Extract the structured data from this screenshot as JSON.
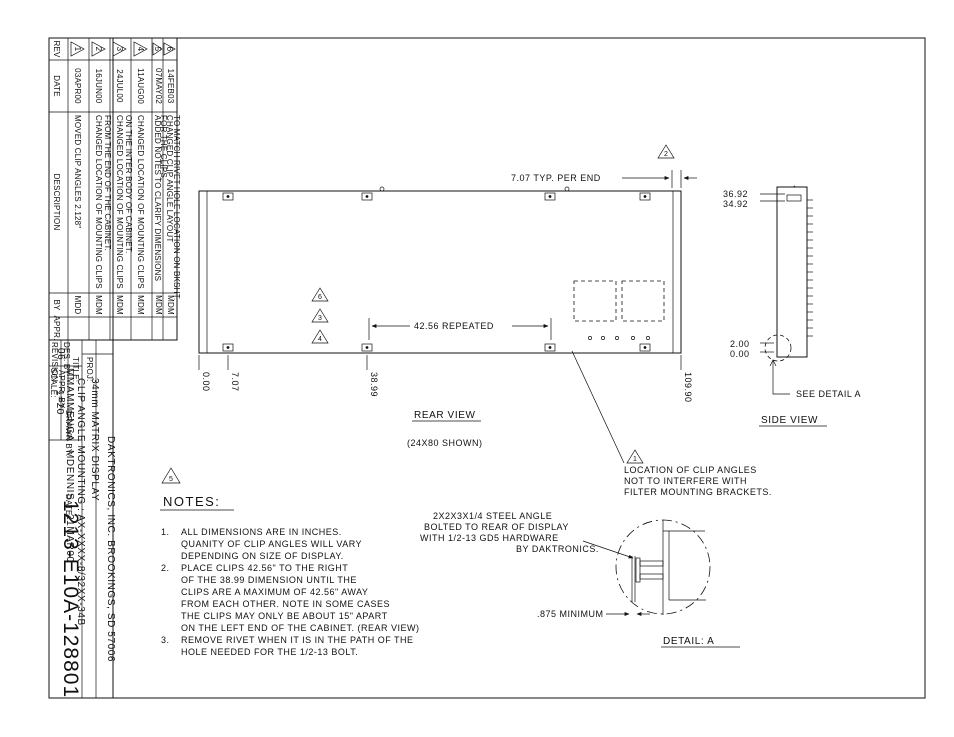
{
  "revision_table": {
    "headers": {
      "rev": "REV",
      "date": "DATE",
      "description": "DESCRIPTION",
      "by": "BY",
      "appr": "APPR."
    },
    "rows": [
      {
        "rev": "1",
        "date": "03APR00",
        "desc1": "MOVED CLIP ANGLES 2.128\"",
        "desc2": "",
        "by": "MDD"
      },
      {
        "rev": "2",
        "date": "16JUN00",
        "desc1": "CHANGED LOCATION OF MOUNTING CLIPS",
        "desc2": "FROM THE END OF THE CABINET.",
        "by": "MDM"
      },
      {
        "rev": "3",
        "date": "24JUL00",
        "desc1": "CHANGED LOCATION OF MOUNTING CLIPS",
        "desc2": "ON THE INTER BODY OF CABINET.",
        "by": "MDM"
      },
      {
        "rev": "4",
        "date": "11AUG00",
        "desc1": "CHANGED LOCATION OF MOUNTING CLIPS",
        "desc2": "",
        "by": "MDM"
      },
      {
        "rev": "5",
        "date": "07MAY02",
        "desc1": "ADDED NOTES TO CLARIFY DIMENSIONS",
        "desc2": "FOR THE CLIPS.",
        "by": "MDM"
      },
      {
        "rev": "6",
        "date": "14FEB03",
        "desc1": "CHANGED CLIP ANGLE LAYOUT",
        "desc2": "TO MATCH RIVET HOLE LOCATION ON BKSHT.",
        "by": "MDM"
      }
    ]
  },
  "title_block": {
    "company": "DAKTRONICS, INC.  BROOKINGS, SD 57006",
    "proj_label": "PROJ:",
    "proj_value": "34mm MATRIX DISPLAY",
    "title_label": "TITLE:",
    "title_value": "CLIP ANGLE MOUNTING : AX-XXXX-8/32XX-34B",
    "des_label": "DES. BY:",
    "des_value": "MMAMMENGA",
    "drawn_label": "DRAWN BY:",
    "drawn_value": "MDENNIS",
    "revision_label": "REVISION",
    "revision_value": "06",
    "appr_label": "APPR. BY:",
    "scale_label": "SCALE:",
    "scale_value": "1=20",
    "date_label": "DATE:",
    "date_value": "21MAR00",
    "drawing_number": "1213-E10A-128801"
  },
  "rear_view": {
    "caption": "REAR VIEW",
    "subcaption": "(24X80 SHOWN)",
    "dim_typ": "7.07 TYP. PER END",
    "dim_repeated": "42.56 REPEATED",
    "dims": [
      "0.00",
      "7.07",
      "38.99",
      "109.90"
    ],
    "rev_marks": [
      "6",
      "3",
      "4"
    ],
    "typ_mark": "2"
  },
  "side_view": {
    "caption": "SIDE VIEW",
    "dim_top1": "36.92",
    "dim_top2": "34.92",
    "dim_bot1": "2.00",
    "dim_bot2": "0.00",
    "see_detail": "SEE DETAIL A"
  },
  "clip_note": {
    "mark": "1",
    "line1": "LOCATION OF CLIP ANGLES",
    "line2": "NOT TO INTERFERE WITH",
    "line3": "FILTER MOUNTING BRACKETS."
  },
  "notes": {
    "mark": "5",
    "heading": "NOTES:",
    "items": [
      {
        "num": "1.",
        "lines": [
          "ALL DIMENSIONS ARE IN INCHES.",
          "QUANITY OF CLIP ANGLES WILL VARY",
          "DEPENDING ON SIZE OF DISPLAY."
        ]
      },
      {
        "num": "2.",
        "lines": [
          "PLACE CLIPS 42.56\" TO THE RIGHT",
          "OF THE 38.99 DIMENSION UNTIL THE",
          "CLIPS ARE A MAXIMUM OF 42.56\" AWAY",
          "FROM EACH OTHER.  NOTE IN SOME CASES",
          "THE CLIPS MAY ONLY BE ABOUT 15\" APART",
          "ON THE LEFT END OF THE CABINET. (REAR VIEW)"
        ]
      },
      {
        "num": "3.",
        "lines": [
          "REMOVE RIVET WHEN IT IS IN THE PATH OF THE",
          "HOLE NEEDED FOR THE 1/2-13 BOLT."
        ]
      }
    ]
  },
  "detail_a": {
    "caption": "DETAIL: A",
    "note1": "2X2X3X1/4 STEEL ANGLE",
    "note2": "BOLTED TO REAR OF DISPLAY",
    "note3": "WITH 1/2-13 GD5 HARDWARE",
    "note4": "BY DAKTRONICS.",
    "min_dim": ".875 MINIMUM"
  }
}
